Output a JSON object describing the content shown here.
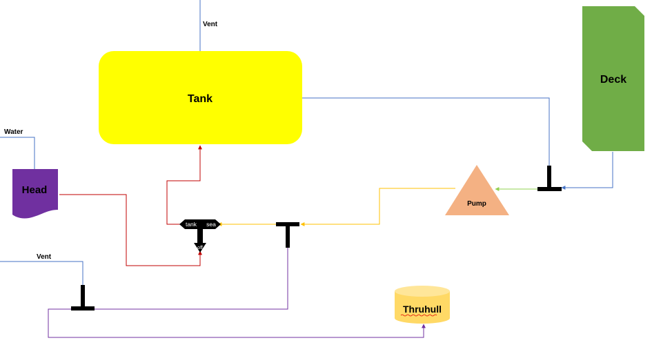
{
  "nodes": {
    "tank": "Tank",
    "deck": "Deck",
    "head": "Head",
    "pump": "Pump",
    "thruhull": "Thruhull"
  },
  "labels": {
    "vent_top": "Vent",
    "water": "Water",
    "vent_left": "Vent"
  },
  "valve": {
    "left": "tank",
    "right": "sea",
    "bottom": "off"
  },
  "colors": {
    "tank": "#ffff00",
    "deck": "#70ad47",
    "head": "#7030a0",
    "pump": "#f4b183",
    "thruhull": "#ffd966",
    "blue_line": "#4472c4",
    "red_line": "#c00000",
    "yellow_line": "#ffc000",
    "green_line": "#92d050",
    "purple_line": "#7030a0"
  }
}
